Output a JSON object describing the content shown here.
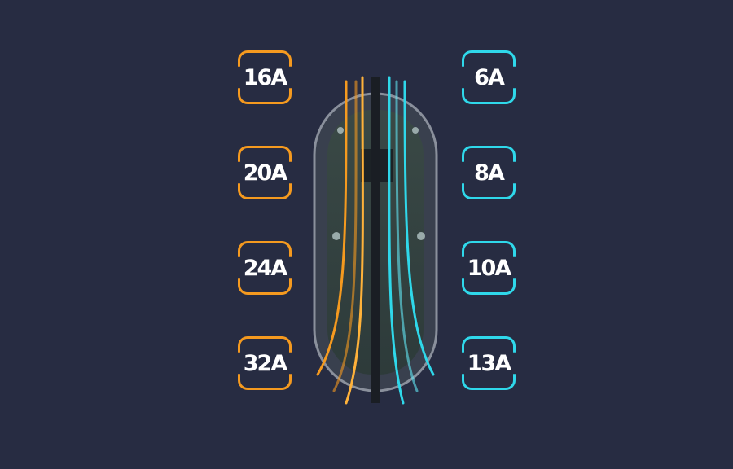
{
  "left_labels": [
    "16A",
    "20A",
    "24A",
    "32A"
  ],
  "right_labels": [
    "6A",
    "8A",
    "10A",
    "13A"
  ],
  "colors": {
    "background": "#272c42",
    "orange": "#f59a1f",
    "cyan": "#2fd8ea"
  }
}
